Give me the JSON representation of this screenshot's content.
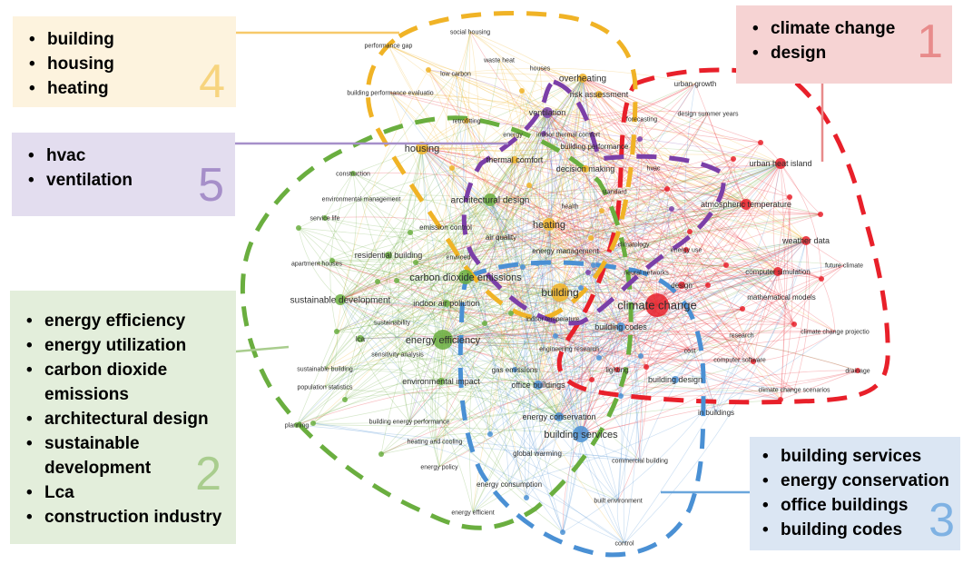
{
  "colors": {
    "c1": "#e8202a",
    "c2": "#6aae3f",
    "c3": "#4a90d4",
    "c4": "#f0b326",
    "c5": "#7b3fa8",
    "box1": "#f6d3d3",
    "box2": "#e3eedb",
    "box3": "#dbe6f3",
    "box4": "#fdf3de",
    "box5": "#e3ddef"
  },
  "clusters": [
    {
      "id": "1",
      "number": "1",
      "color": "#e8202a",
      "items": [
        "climate change",
        "design"
      ]
    },
    {
      "id": "2",
      "number": "2",
      "color": "#6aae3f",
      "items": [
        "energy efficiency",
        "energy utilization",
        "carbon dioxide emissions",
        "architectural design",
        "sustainable development",
        "Lca",
        "construction industry"
      ]
    },
    {
      "id": "3",
      "number": "3",
      "color": "#4a90d4",
      "items": [
        "building services",
        "energy conservation",
        "office buildings",
        "building codes"
      ]
    },
    {
      "id": "4",
      "number": "4",
      "color": "#f0b326",
      "items": [
        "building",
        "housing",
        "heating"
      ]
    },
    {
      "id": "5",
      "number": "5",
      "color": "#7b3fa8",
      "items": [
        "hvac",
        "ventilation"
      ]
    }
  ],
  "network_terms": [
    {
      "label": "social housing",
      "cluster": "4"
    },
    {
      "label": "performance gap",
      "cluster": "4"
    },
    {
      "label": "waste heat",
      "cluster": "4"
    },
    {
      "label": "low carbon",
      "cluster": "4"
    },
    {
      "label": "houses",
      "cluster": "4"
    },
    {
      "label": "overheating",
      "cluster": "4"
    },
    {
      "label": "risk assessment",
      "cluster": "4"
    },
    {
      "label": "building performance evaluatio",
      "cluster": "4"
    },
    {
      "label": "retrofitting",
      "cluster": "4"
    },
    {
      "label": "ventilation",
      "cluster": "5"
    },
    {
      "label": "energy",
      "cluster": "4"
    },
    {
      "label": "indoor thermal comfort",
      "cluster": "4"
    },
    {
      "label": "housing",
      "cluster": "4"
    },
    {
      "label": "thermal comfort",
      "cluster": "4"
    },
    {
      "label": "decision making",
      "cluster": "4"
    },
    {
      "label": "building performance",
      "cluster": "4"
    },
    {
      "label": "forecasting",
      "cluster": "1"
    },
    {
      "label": "urban growth",
      "cluster": "1"
    },
    {
      "label": "design summer years",
      "cluster": "1"
    },
    {
      "label": "urban heat island",
      "cluster": "1"
    },
    {
      "label": "hvac",
      "cluster": "5"
    },
    {
      "label": "standard",
      "cluster": "4"
    },
    {
      "label": "architectural design",
      "cluster": "2"
    },
    {
      "label": "health",
      "cluster": "4"
    },
    {
      "label": "atmospheric temperature",
      "cluster": "1"
    },
    {
      "label": "heating",
      "cluster": "4"
    },
    {
      "label": "construction",
      "cluster": "2"
    },
    {
      "label": "environmental management",
      "cluster": "2"
    },
    {
      "label": "service life",
      "cluster": "2"
    },
    {
      "label": "emission control",
      "cluster": "2"
    },
    {
      "label": "air quality",
      "cluster": "4"
    },
    {
      "label": "climatology",
      "cluster": "1"
    },
    {
      "label": "energy use",
      "cluster": "1"
    },
    {
      "label": "weather data",
      "cluster": "1"
    },
    {
      "label": "energy management",
      "cluster": "3"
    },
    {
      "label": "residential building",
      "cluster": "2"
    },
    {
      "label": "enviroed",
      "cluster": "2"
    },
    {
      "label": "apartment houses",
      "cluster": "2"
    },
    {
      "label": "future climate",
      "cluster": "1"
    },
    {
      "label": "carbon dioxide emissions",
      "cluster": "2"
    },
    {
      "label": "neural networks",
      "cluster": "1"
    },
    {
      "label": "computer simulation",
      "cluster": "1"
    },
    {
      "label": "design",
      "cluster": "1"
    },
    {
      "label": "sustainable development",
      "cluster": "2"
    },
    {
      "label": "building",
      "cluster": "4"
    },
    {
      "label": "climate change",
      "cluster": "1"
    },
    {
      "label": "mathematical models",
      "cluster": "1"
    },
    {
      "label": "indoor air pollution",
      "cluster": "2"
    },
    {
      "label": "indoor temperature",
      "cluster": "3"
    },
    {
      "label": "building codes",
      "cluster": "3"
    },
    {
      "label": "sustainability",
      "cluster": "2"
    },
    {
      "label": "climate change projectio",
      "cluster": "1"
    },
    {
      "label": "lca",
      "cluster": "2"
    },
    {
      "label": "energy efficiency",
      "cluster": "2"
    },
    {
      "label": "research",
      "cluster": "1"
    },
    {
      "label": "engineering research",
      "cluster": "3"
    },
    {
      "label": "sensitivity analysis",
      "cluster": "2"
    },
    {
      "label": "cost",
      "cluster": "1"
    },
    {
      "label": "computer software",
      "cluster": "1"
    },
    {
      "label": "sustainable building",
      "cluster": "2"
    },
    {
      "label": "gas emissions",
      "cluster": "3"
    },
    {
      "label": "lighting",
      "cluster": "1"
    },
    {
      "label": "drainage",
      "cluster": "1"
    },
    {
      "label": "building design",
      "cluster": "3"
    },
    {
      "label": "population statistics",
      "cluster": "2"
    },
    {
      "label": "environmental impact",
      "cluster": "2"
    },
    {
      "label": "office buildings",
      "cluster": "3"
    },
    {
      "label": "climate change scenarios",
      "cluster": "1"
    },
    {
      "label": "in buildings",
      "cluster": "3"
    },
    {
      "label": "energy conservation",
      "cluster": "3"
    },
    {
      "label": "planning",
      "cluster": "2"
    },
    {
      "label": "building energy performance",
      "cluster": "2"
    },
    {
      "label": "building services",
      "cluster": "3"
    },
    {
      "label": "heating and cooling",
      "cluster": "2"
    },
    {
      "label": "global warming",
      "cluster": "3"
    },
    {
      "label": "commercial building",
      "cluster": "3"
    },
    {
      "label": "energy policy",
      "cluster": "2"
    },
    {
      "label": "energy consumption",
      "cluster": "3"
    },
    {
      "label": "built environment",
      "cluster": "3"
    },
    {
      "label": "energy efficient",
      "cluster": "2"
    },
    {
      "label": "control",
      "cluster": "3"
    }
  ]
}
